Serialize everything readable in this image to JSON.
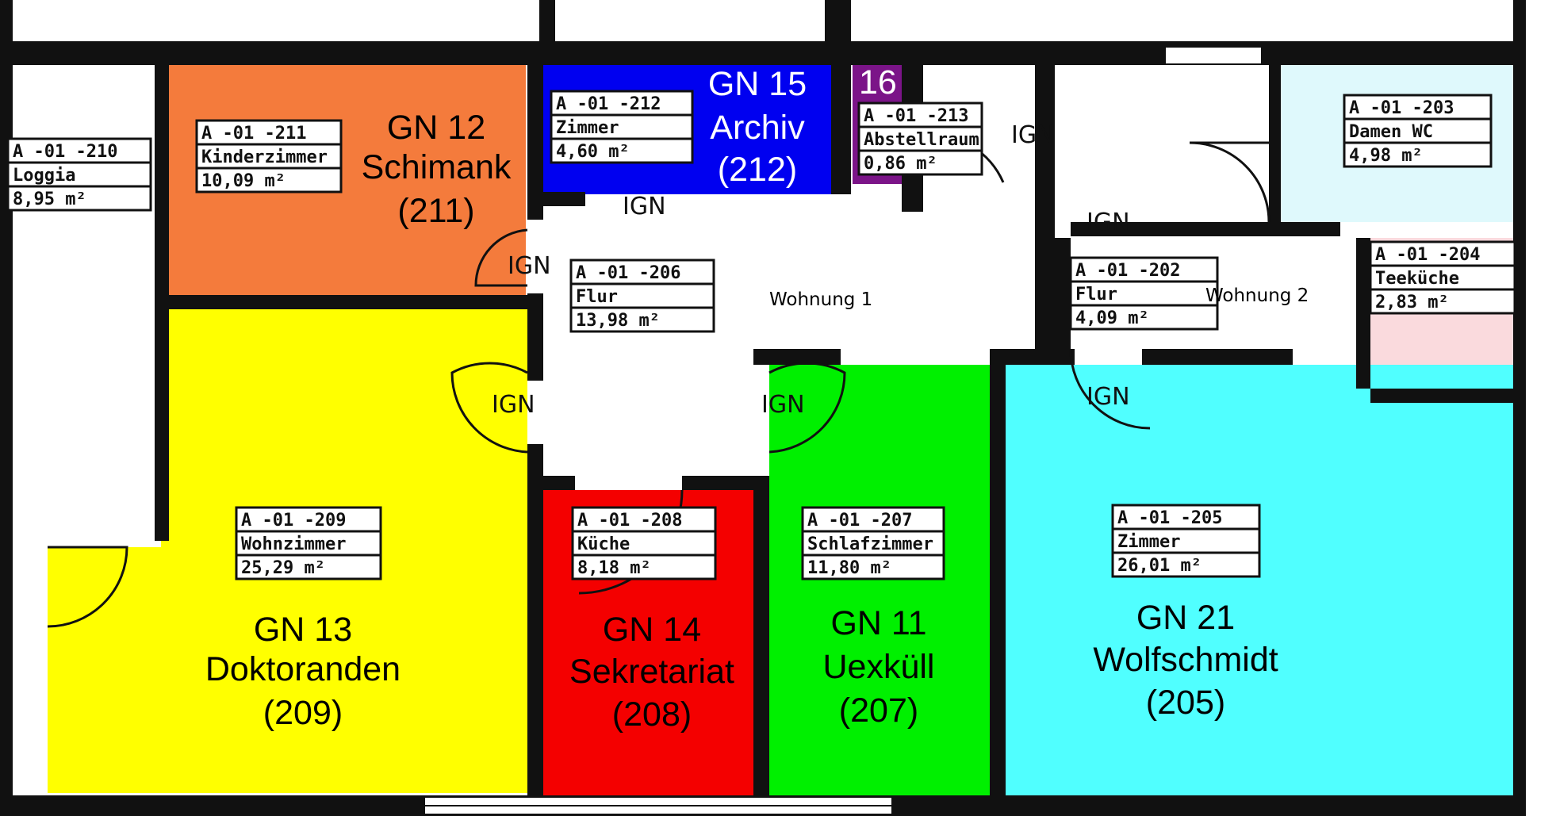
{
  "colors": {
    "orange": "#f47b3c",
    "blue": "#0000f0",
    "purple": "#7b1488",
    "light_cyan": "#dff9fc",
    "yellow": "#ffff00",
    "red": "#f40000",
    "green": "#00f000",
    "cyan": "#50ffff",
    "pink": "#fadadd",
    "wall": "#111111",
    "white": "#ffffff"
  },
  "apartments": {
    "w1": "Wohnung 1",
    "w2": "Wohnung 2"
  },
  "door_symbol": "IGN",
  "area_unit": "m²",
  "rooms": [
    {
      "gn": "GN 12",
      "name": "Schimank",
      "number": "(211)",
      "tag": "A -01 -211",
      "tag_name": "Kinderzimmer",
      "tag_area": "10,09"
    },
    {
      "gn": "GN 15",
      "name": "Archiv",
      "number": "(212)",
      "tag": "A -01 -212",
      "tag_name": "Zimmer",
      "tag_area": "4,60"
    },
    {
      "gn": "16",
      "tag": "A -01 -213",
      "tag_name": "Abstellraum",
      "tag_area": "0,86"
    },
    {
      "tag": "A -01 -210",
      "tag_name": "Loggia",
      "tag_area": "8,95"
    },
    {
      "tag": "A -01 -203",
      "tag_name": "Damen WC",
      "tag_area": "4,98"
    },
    {
      "tag": "A -01 -206",
      "tag_name": "Flur",
      "tag_area": "13,98"
    },
    {
      "tag": "A -01 -202",
      "tag_name": "Flur",
      "tag_area": "4,09"
    },
    {
      "tag": "A -01 -204",
      "tag_name": "Teeküche",
      "tag_area": "2,83"
    },
    {
      "gn": "GN 13",
      "name": "Doktoranden",
      "number": "(209)",
      "tag": "A -01 -209",
      "tag_name": "Wohnzimmer",
      "tag_area": "25,29"
    },
    {
      "gn": "GN 14",
      "name": "Sekretariat",
      "number": "(208)",
      "tag": "A -01 -208",
      "tag_name": "Küche",
      "tag_area": "8,18"
    },
    {
      "gn": "GN 11",
      "name": "Uexküll",
      "number": "(207)",
      "tag": "A -01 -207",
      "tag_name": "Schlafzimmer",
      "tag_area": "11,80"
    },
    {
      "gn": "GN 21",
      "name": "Wolfschmidt",
      "number": "(205)",
      "tag": "A -01 -205",
      "tag_name": "Zimmer",
      "tag_area": "26,01"
    }
  ]
}
